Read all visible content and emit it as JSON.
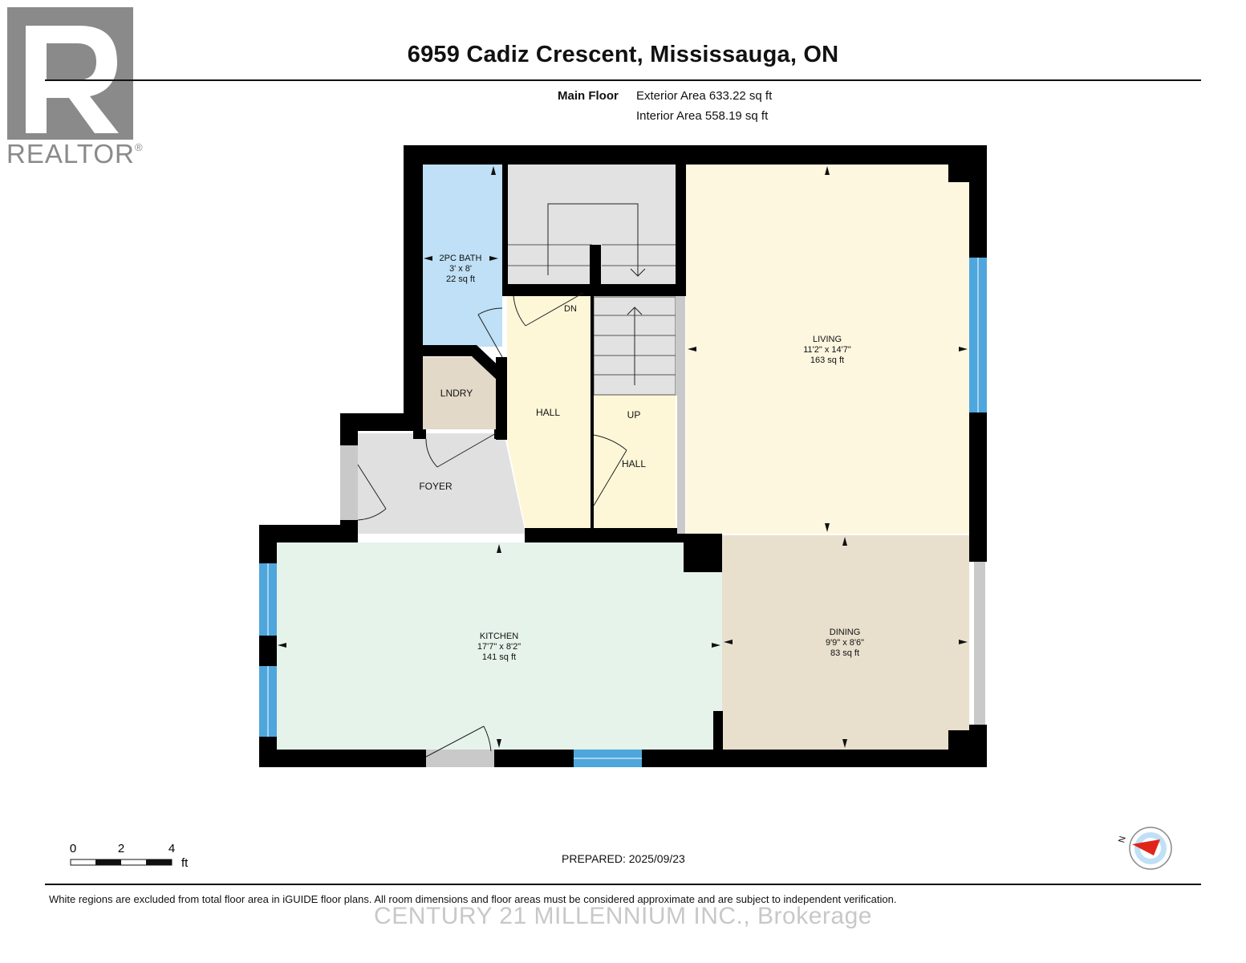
{
  "header": {
    "title": "6959 Cadiz Crescent, Mississauga, ON",
    "floor_name": "Main Floor",
    "exterior_area": "Exterior Area 633.22 sq ft",
    "interior_area": "Interior Area 558.19 sq ft"
  },
  "logo": {
    "text": "REALTOR",
    "mark": "®",
    "color": "#8a8a8a"
  },
  "rooms": {
    "bath": {
      "name": "2PC BATH",
      "dims": "3' x 8'",
      "area": "22 sq ft",
      "color": "#bfe0f6"
    },
    "laundry": {
      "name": "LNDRY",
      "color": "#e3d9c9"
    },
    "hall_left": {
      "name": "HALL",
      "color": "#fdf7d8"
    },
    "hall_right": {
      "name": "HALL",
      "color": "#fdf7d8"
    },
    "up": {
      "name": "UP"
    },
    "dn": {
      "name": "DN"
    },
    "foyer": {
      "name": "FOYER",
      "color": "#e0e0e0"
    },
    "living": {
      "name": "LIVING",
      "dims": "11'2\" x 14'7\"",
      "area": "163 sq ft",
      "color": "#fdf7e0"
    },
    "kitchen": {
      "name": "KITCHEN",
      "dims": "17'7\" x 8'2\"",
      "area": "141 sq ft",
      "color": "#e6f3ea"
    },
    "dining": {
      "name": "DINING",
      "dims": "9'9\" x 8'6\"",
      "area": "83 sq ft",
      "color": "#e8dfcd"
    },
    "stairs": {
      "color": "#e2e2e2"
    }
  },
  "colors": {
    "wall": "#000000",
    "window": "#4fa6dc"
  },
  "scale": {
    "labels": [
      "0",
      "2",
      "4"
    ],
    "unit": "ft"
  },
  "compass": {
    "label": "N",
    "needle_color": "#e0251b",
    "ring_color": "#bfe0f6"
  },
  "prepared": "PREPARED: 2025/09/23",
  "disclaimer": "White regions are excluded from total floor area in iGUIDE floor plans. All room dimensions and floor areas must be considered approximate and are subject to independent verification.",
  "watermark": "CENTURY 21 MILLENNIUM INC., Brokerage"
}
